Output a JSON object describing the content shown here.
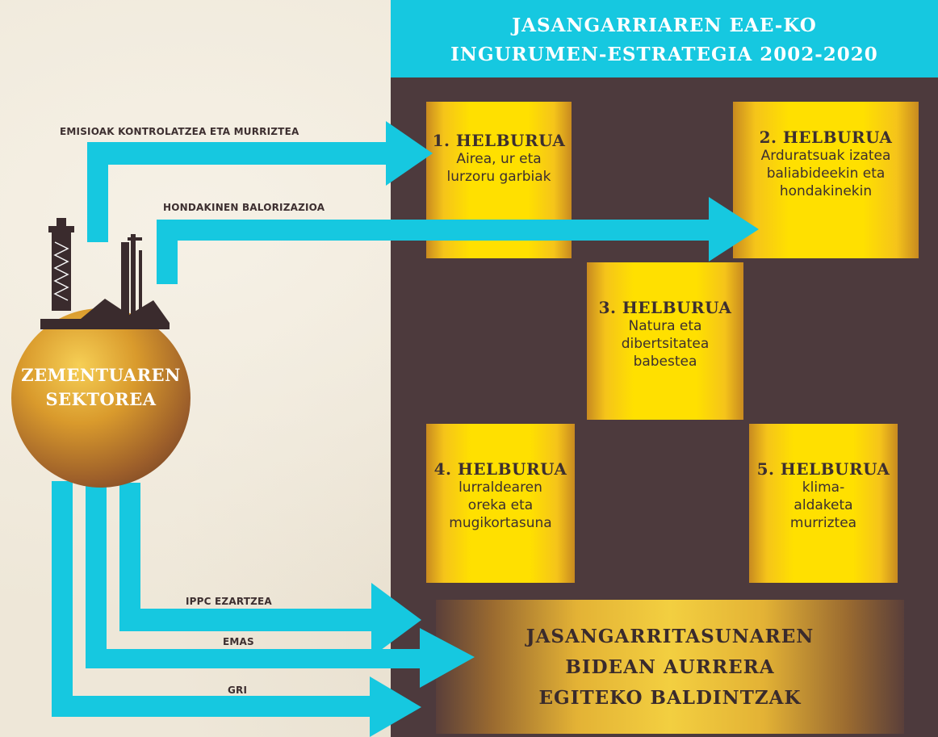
{
  "header": {
    "line1": "JASANGARRIAREN EAE-KO",
    "line2": "INGURUMEN-ESTRATEGIA 2002-2020"
  },
  "source": {
    "line1": "ZEMENTUAREN",
    "line2": "SEKTOREA"
  },
  "flows": {
    "emisioak": "EMISIOAK KONTROLATZEA ETA MURRIZTEA",
    "hondakinen": "HONDAKINEN BALORIZAZIOA",
    "ippc": "IPPC EZARTZEA",
    "emas": "EMAS",
    "gri": "GRI"
  },
  "goals": [
    {
      "title": "1. HELBURUA",
      "lines": [
        "Airea, ur eta",
        "lurzoru garbiak"
      ]
    },
    {
      "title": "2. HELBURUA",
      "lines": [
        "Arduratsuak izatea",
        "baliabideekin eta",
        "hondakinekin"
      ]
    },
    {
      "title": "3. HELBURUA",
      "lines": [
        "Natura eta",
        "dibertsitatea",
        "babestea"
      ]
    },
    {
      "title": "4. HELBURUA",
      "lines": [
        "lurraldearen",
        "oreka eta",
        "mugikortasuna"
      ]
    },
    {
      "title": "5. HELBURUA",
      "lines": [
        "klima-",
        "aldaketa",
        "murriztea"
      ]
    }
  ],
  "conditions": {
    "line1": "JASANGARRITASUNAREN",
    "line2": "BIDEAN AURRERA",
    "line3": "EGITEKO BALDINTZAK"
  },
  "colors": {
    "accent": "#16c8e0",
    "panel": "#4d3a3d",
    "goal": "#ffe000",
    "arrow": "#16c8e0"
  },
  "icons": [
    "factory-icon",
    "globe-icon"
  ]
}
